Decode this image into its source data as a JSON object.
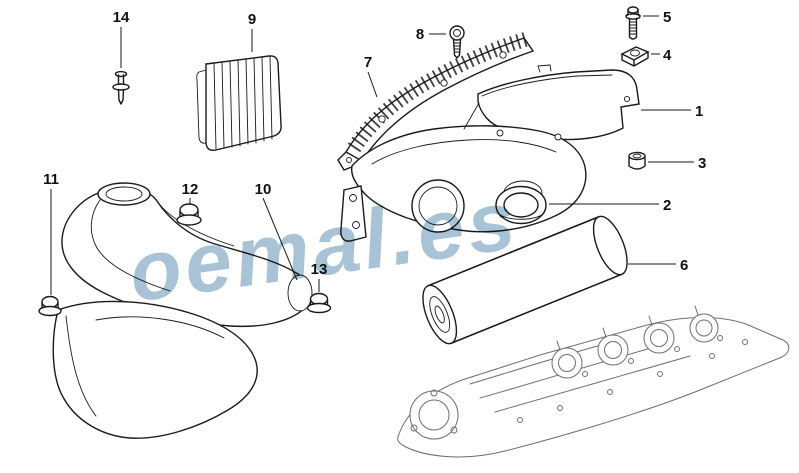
{
  "diagram": {
    "watermark": "oemal.es",
    "callouts": [
      {
        "id": "14",
        "part": "expanding-rivet"
      },
      {
        "id": "9",
        "part": "intake-bellows"
      },
      {
        "id": "8",
        "part": "screw"
      },
      {
        "id": "7",
        "part": "ribbed-cover-strip"
      },
      {
        "id": "5",
        "part": "bolt"
      },
      {
        "id": "4",
        "part": "clip-nut"
      },
      {
        "id": "1",
        "part": "intake-silencer-housing"
      },
      {
        "id": "3",
        "part": "rubber-buffer"
      },
      {
        "id": "2",
        "part": "sealing-ring"
      },
      {
        "id": "6",
        "part": "air-filter-element"
      },
      {
        "id": "11",
        "part": "rubber-grommet"
      },
      {
        "id": "12",
        "part": "rubber-grommet"
      },
      {
        "id": "10",
        "part": "air-intake-duct"
      },
      {
        "id": "13",
        "part": "rubber-grommet"
      }
    ],
    "colors": {
      "ink": "#1a1a1a",
      "secondary_ink": "#6e6e6e",
      "watermark": "#a8c3d6",
      "background": "#ffffff"
    }
  }
}
